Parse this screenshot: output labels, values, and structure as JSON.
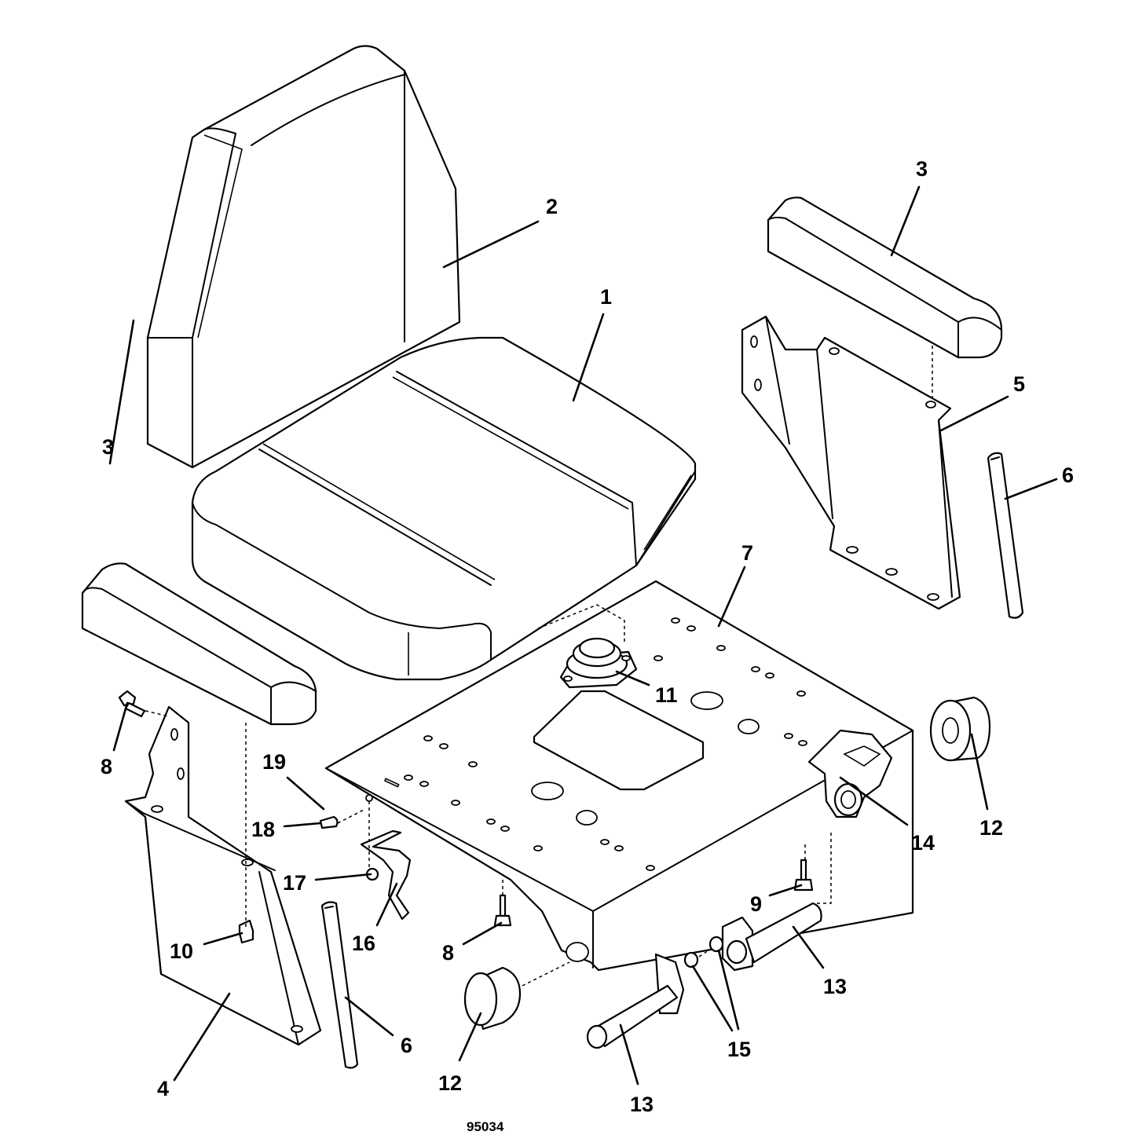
{
  "figure_number": "95034",
  "callouts": {
    "seat_cushion": "1",
    "seat_back": "2",
    "armrest_right": "3",
    "armrest_left": "3",
    "bracket_left": "4",
    "bracket_right": "5",
    "tube_right": "6",
    "tube_left": "6",
    "seat_plate": "7",
    "bolt_left": "8",
    "bolt_center": "8",
    "bolt_right": "9",
    "nut_bracket": "10",
    "isolator_mount": "11",
    "bushing_right": "12",
    "bushing_left": "12",
    "pivot_pin_right": "13",
    "pivot_pin_left": "13",
    "pivot_fitting": "14",
    "washers": "15",
    "latch_spring": "16",
    "latch_nut": "17",
    "latch_screw": "18",
    "latch_pin": "19"
  }
}
